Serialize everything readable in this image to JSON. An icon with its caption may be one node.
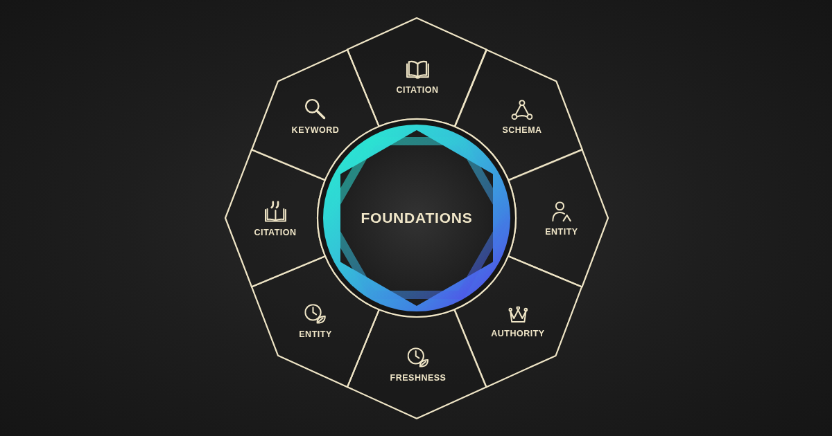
{
  "diagram": {
    "nodes": [
      {
        "text": [
          "FOUNDATIONS"
        ]
      },
      {
        "text": [
          "CITATION"
        ]
      },
      {
        "text": [
          "SCHEMA"
        ]
      },
      {
        "text": [
          "ENTITY"
        ]
      },
      {
        "text": [
          "AUTHORITY"
        ]
      },
      {
        "text": [
          "FRESHNESS"
        ]
      },
      {
        "text": [
          "ENTITY"
        ]
      },
      {
        "text": [
          "CITATION"
        ]
      },
      {
        "text": [
          "KEYWORD"
        ]
      }
    ]
  }
}
